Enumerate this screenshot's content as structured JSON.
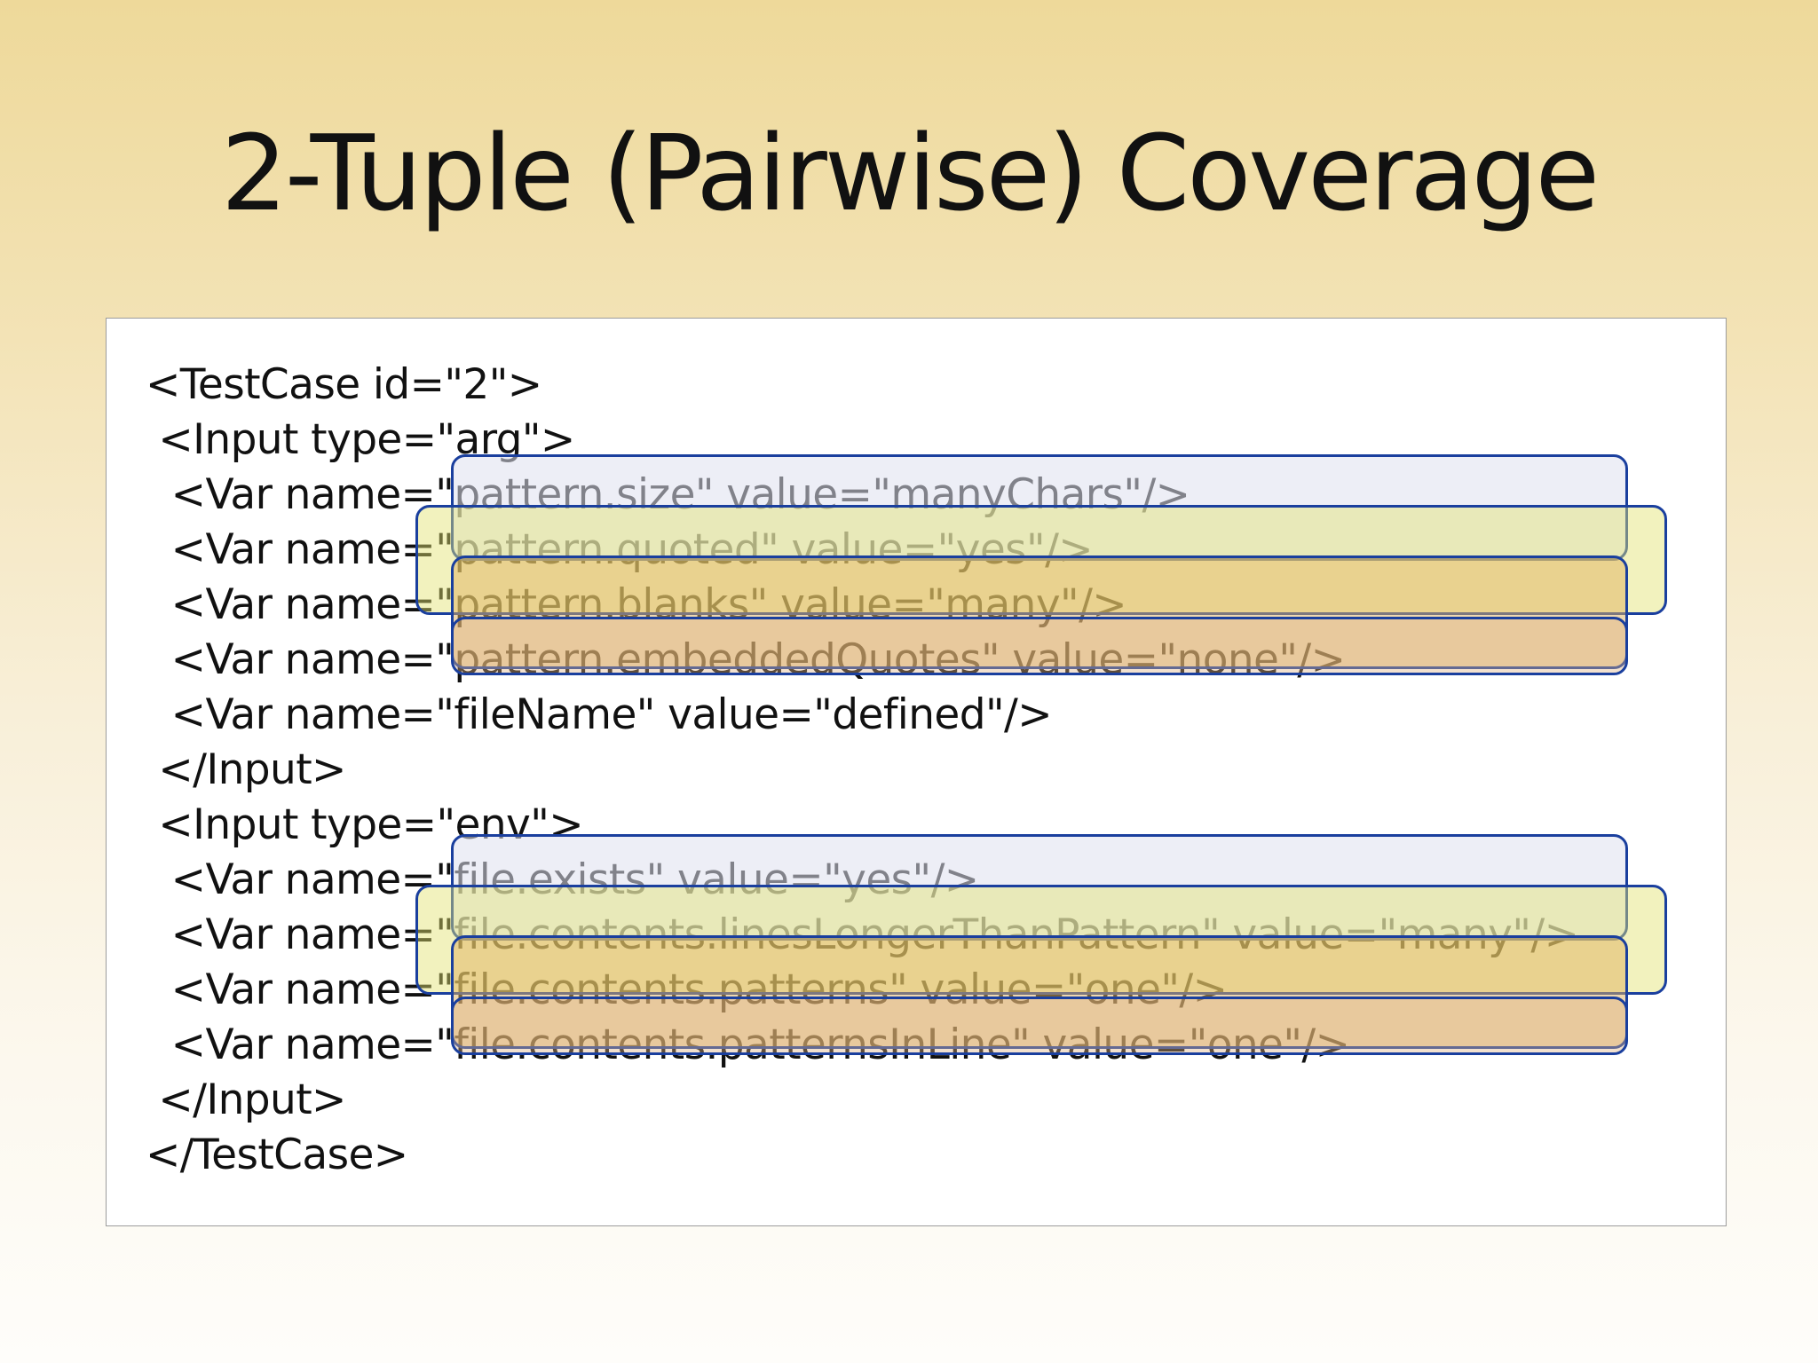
{
  "slide": {
    "title": "2-Tuple (Pairwise) Coverage"
  },
  "code": {
    "lines": [
      "<TestCase id=\"2\">",
      " <Input type=\"arg\">",
      "  <Var name=\"pattern.size\" value=\"manyChars\"/>",
      "  <Var name=\"pattern.quoted\" value=\"yes\"/>",
      "  <Var name=\"pattern.blanks\" value=\"many\"/>",
      "  <Var name=\"pattern.embeddedQuotes\" value=\"none\"/>",
      "  <Var name=\"fileName\" value=\"defined\"/>",
      " </Input>",
      " <Input type=\"env\">",
      "  <Var name=\"file.exists\" value=\"yes\"/>",
      "  <Var name=\"file.contents.linesLongerThanPattern\" value=\"many\"/>",
      "  <Var name=\"file.contents.patterns\" value=\"one\"/>",
      "  <Var name=\"file.contents.patternsInLine\" value=\"one\"/>",
      " </Input>",
      "</TestCase>"
    ]
  },
  "highlight_colors": {
    "outline": "#1a3f9e",
    "gray": "#dee0ee",
    "yellow": "#e2e26e",
    "orange": "#e0b25f",
    "peach": "#deaf82"
  }
}
